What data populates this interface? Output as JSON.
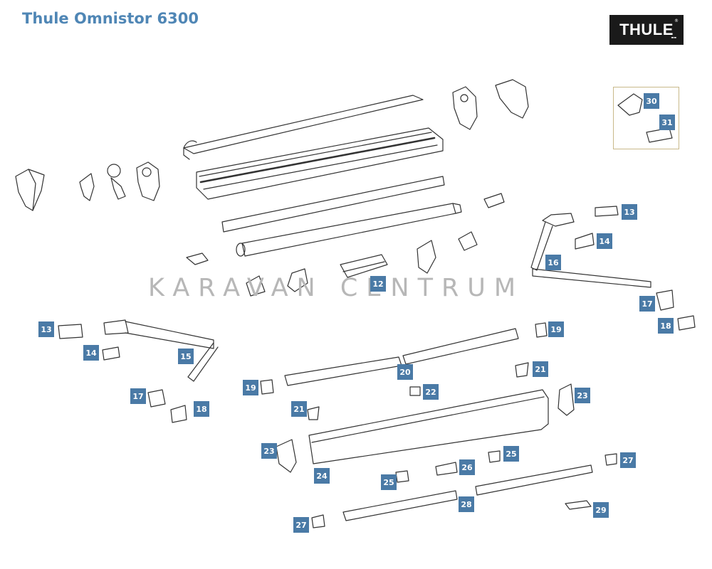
{
  "header": {
    "title": "Thule Omnistor 6300",
    "logo_text": "THULE"
  },
  "watermark": "KARAVAN CENTRUM",
  "callouts": [
    "12",
    "13",
    "14",
    "15",
    "16",
    "17",
    "18",
    "19",
    "20",
    "21",
    "22",
    "23",
    "24",
    "25",
    "26",
    "27",
    "28",
    "29",
    "30",
    "31"
  ]
}
